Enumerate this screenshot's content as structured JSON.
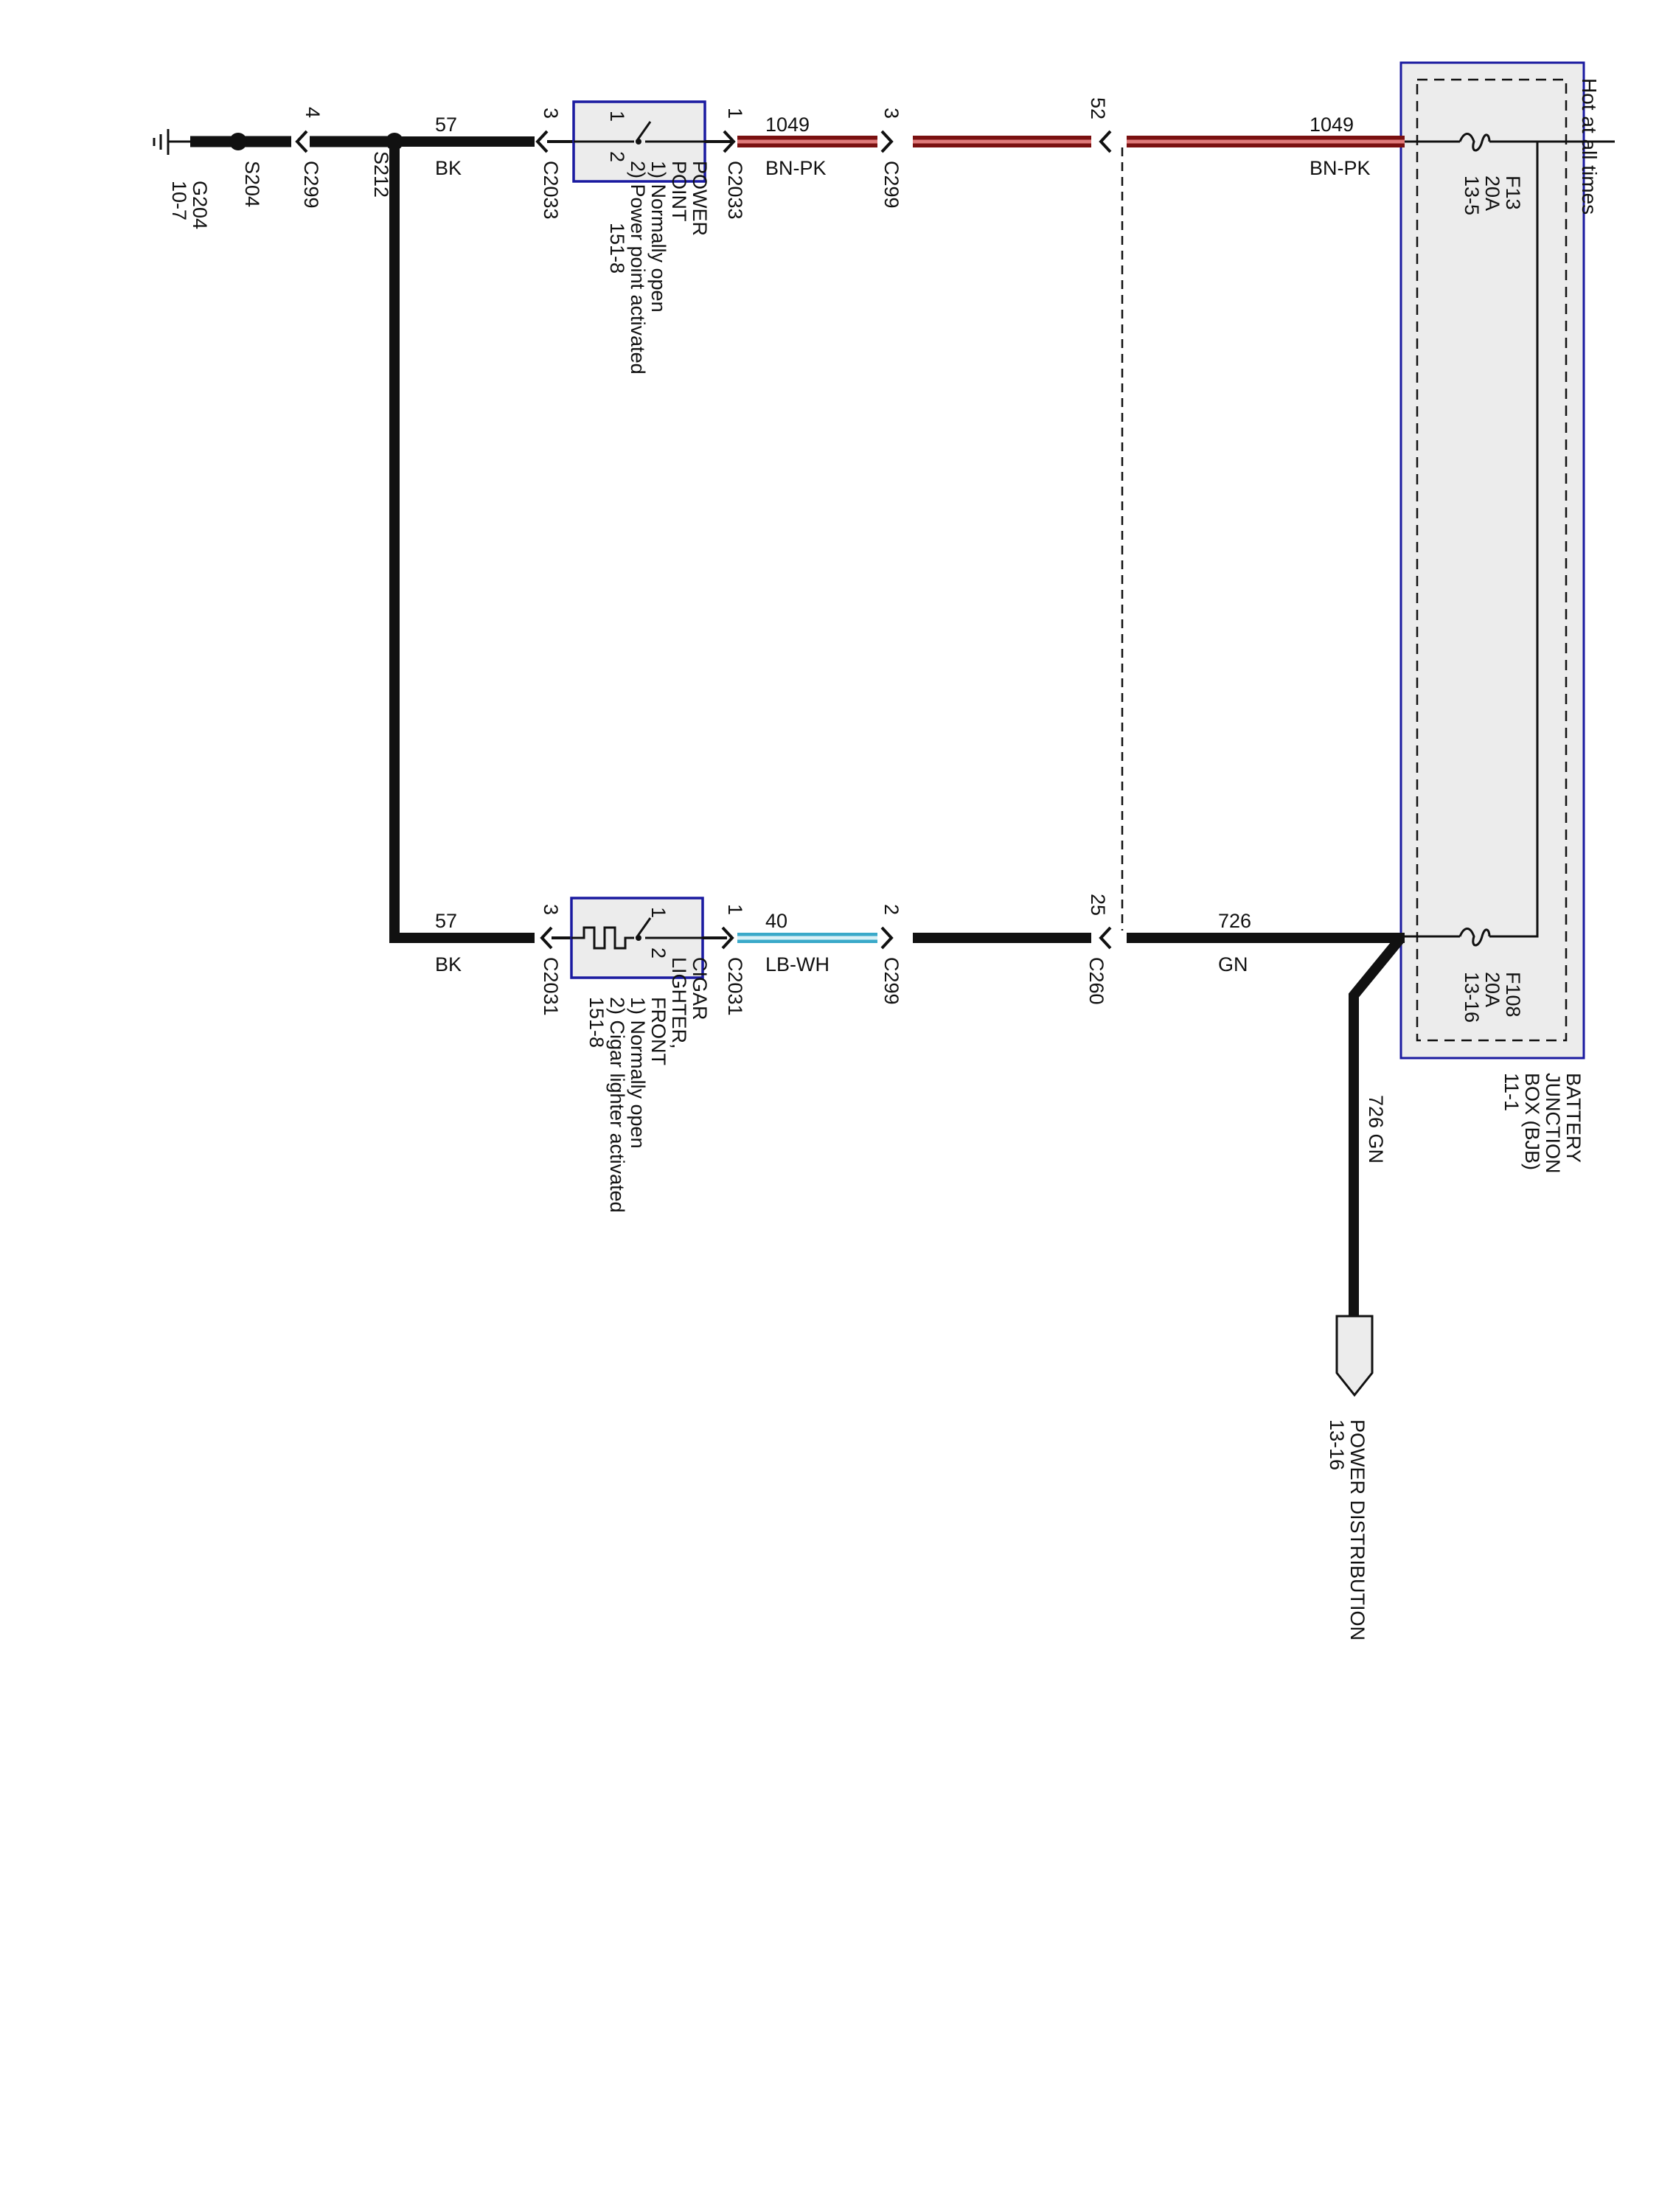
{
  "header": {
    "hot_label": "Hot at all times"
  },
  "bjb": {
    "label": [
      "BATTERY",
      "JUNCTION",
      "BOX (BJB)",
      "11-1"
    ]
  },
  "fuses": {
    "f13": [
      "F13",
      "20A",
      "13-5"
    ],
    "f108": [
      "F108",
      "20A",
      "13-16"
    ]
  },
  "ground": {
    "label": [
      "G204",
      "10-7"
    ]
  },
  "splices": {
    "s204": "S204",
    "s212": "S212"
  },
  "connectors": {
    "c299_gnd": {
      "name": "C299",
      "pin": "4"
    },
    "c2033_in": {
      "name": "C2033",
      "pin": "3"
    },
    "c2033_out": {
      "name": "C2033",
      "pin": "1"
    },
    "c299_top": {
      "name": "C299",
      "pin": "3"
    },
    "c260_top": {
      "pin": "52"
    },
    "c2031_in": {
      "name": "C2031",
      "pin": "3"
    },
    "c2031_out": {
      "name": "C2031",
      "pin": "1"
    },
    "c299_bot": {
      "name": "C299",
      "pin": "2"
    },
    "c260_bot": {
      "name": "C260",
      "pin": "25"
    }
  },
  "wires": {
    "top_57": {
      "circuit": "57",
      "color": "BK"
    },
    "top_1049a": {
      "circuit": "1049",
      "color": "BN-PK"
    },
    "top_1049b": {
      "circuit": "1049",
      "color": "BN-PK"
    },
    "bot_57": {
      "circuit": "57",
      "color": "BK"
    },
    "bot_40": {
      "circuit": "40",
      "color": "LB-WH"
    },
    "bot_726": {
      "circuit": "726",
      "color": "GN"
    },
    "down_726": {
      "text": "726  GN"
    }
  },
  "components": {
    "power_point": {
      "label": [
        "POWER",
        "POINT",
        "1) Normally open",
        "2) Power point activated",
        "151-8"
      ],
      "pin_a": "1",
      "pin_b": "2"
    },
    "cigar_lighter": {
      "label": [
        "CIGAR",
        "LIGHTER,",
        "FRONT",
        "1) Normally open",
        "2) Cigar lighter activated",
        "151-8"
      ],
      "pin_a": "1",
      "pin_b": "2"
    }
  },
  "power_distribution": {
    "label": [
      "POWER DISTRIBUTION",
      "13-16"
    ]
  },
  "colors": {
    "bk": "#111111",
    "bn_pk_outer": "#7a1010",
    "bn_pk_inner": "#e07a7a",
    "lb_wh_outer": "#3aa9c9",
    "lb_wh_inner": "#d9f1f7",
    "box_outline": "#1a1aa0",
    "box_fill": "#ececec"
  }
}
